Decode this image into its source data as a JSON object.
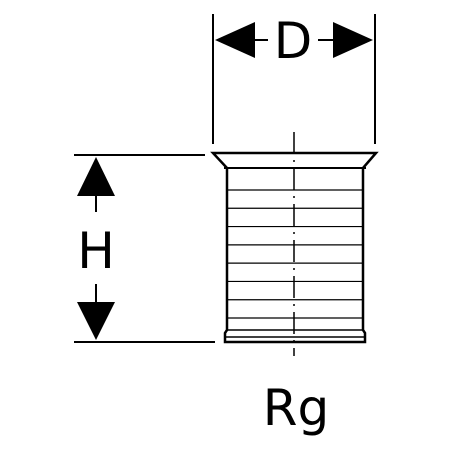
{
  "dimensions": {
    "diameter_label": "D",
    "height_label": "H"
  },
  "part": {
    "caption": "Rg",
    "thread_lines": 8
  },
  "colors": {
    "stroke": "#000000",
    "background": "#ffffff"
  }
}
